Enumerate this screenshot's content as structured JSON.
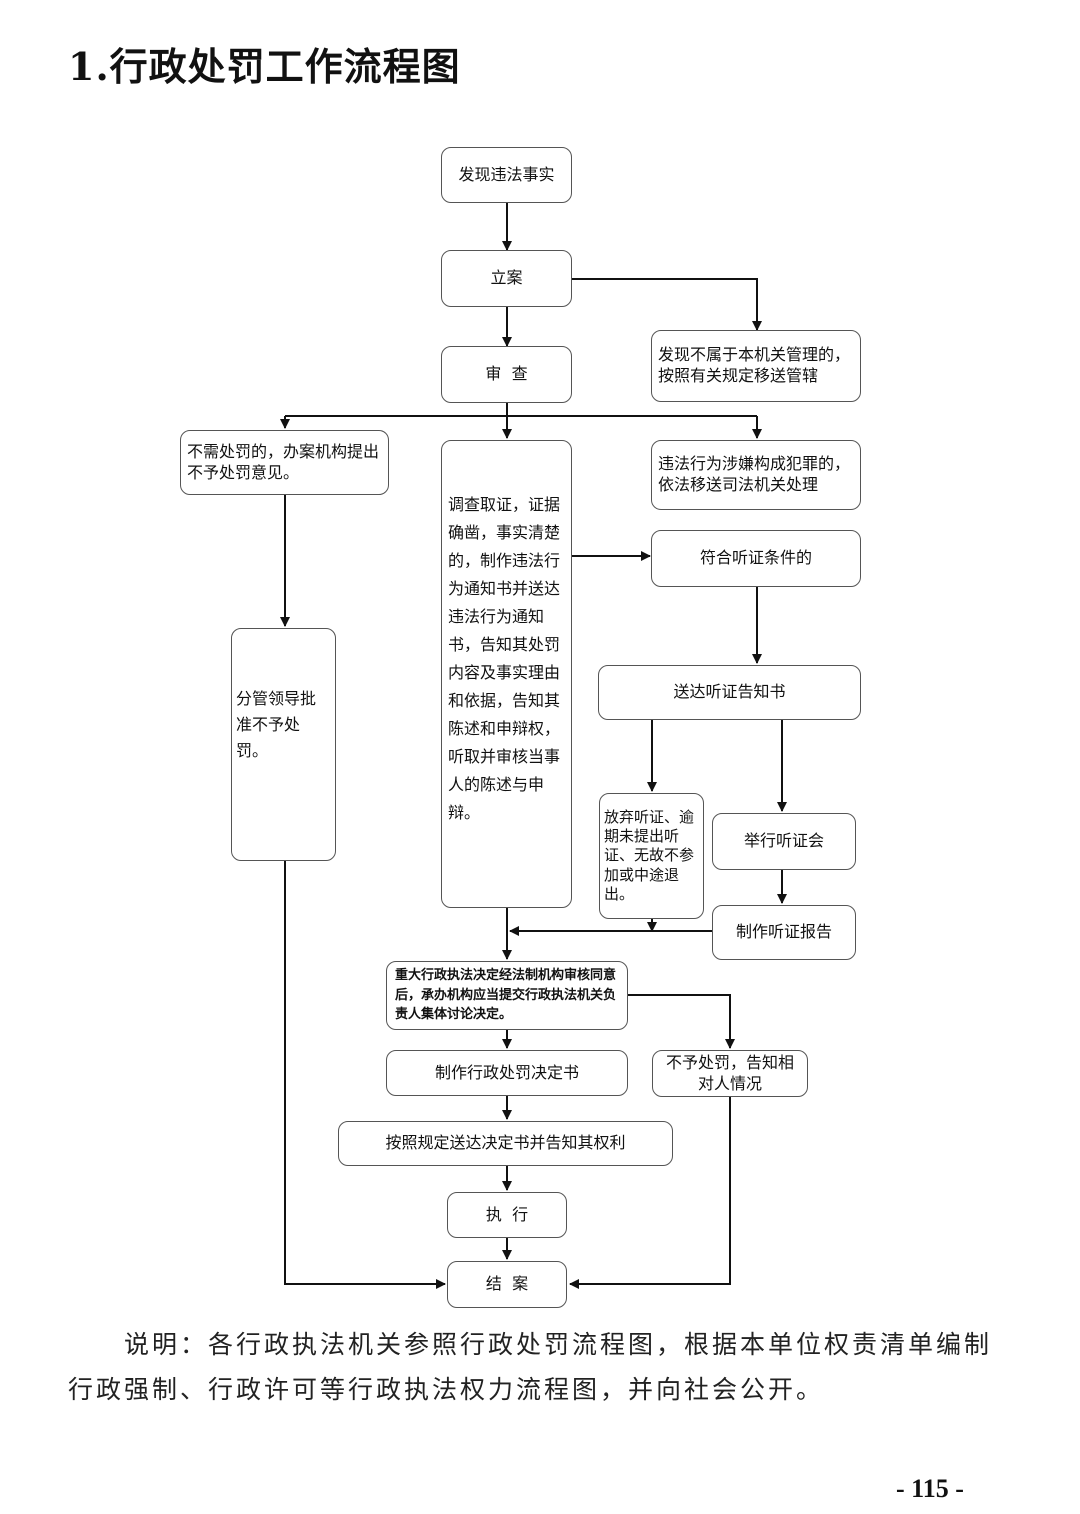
{
  "title": "1.行政处罚工作流程图",
  "nodes": {
    "discover": "发现违法事实",
    "file_case": "立案",
    "review": "审  查",
    "transfer_jurisdiction": "发现不属于本机关管理的，按照有关规定移送管辖",
    "no_penalty_opinion": "不需处罚的，办案机构提出不予处罚意见。",
    "crime_transfer": "违法行为涉嫌构成犯罪的，依法移送司法机关处理",
    "investigate": "调查取证，证据确凿，事实清楚的，制作违法行为通知书并送达违法行为通知书，告知其处罚内容及事实理由和依据，告知其陈述和申辩权，听取并审核当事人的陈述与申辩。",
    "hearing_condition": "符合听证条件的",
    "hearing_notice": "送达听证告知书",
    "leader_approval": "分管领导批准不予处罚。",
    "waive_hearing": "放弃听证、逾期未提出听证、无故不参加或中途退出。",
    "hold_hearing": "举行听证会",
    "hearing_report": "制作听证报告",
    "major_decision": "重大行政执法决定经法制机构审核同意后，承办机构应当提交行政执法机关负责人集体讨论决定。",
    "no_penalty_inform": "不予处罚，告知相对人情况",
    "make_decision": "制作行政处罚决定书",
    "serve_decision": "按照规定送达决定书并告知其权利",
    "execute": "执  行",
    "close_case": "结  案"
  },
  "note": "说明：各行政执法机关参照行政处罚流程图，根据本单位权责清单编制行政强制、行政许可等行政执法权力流程图，并向社会公开。",
  "page_number": "- 115 -"
}
